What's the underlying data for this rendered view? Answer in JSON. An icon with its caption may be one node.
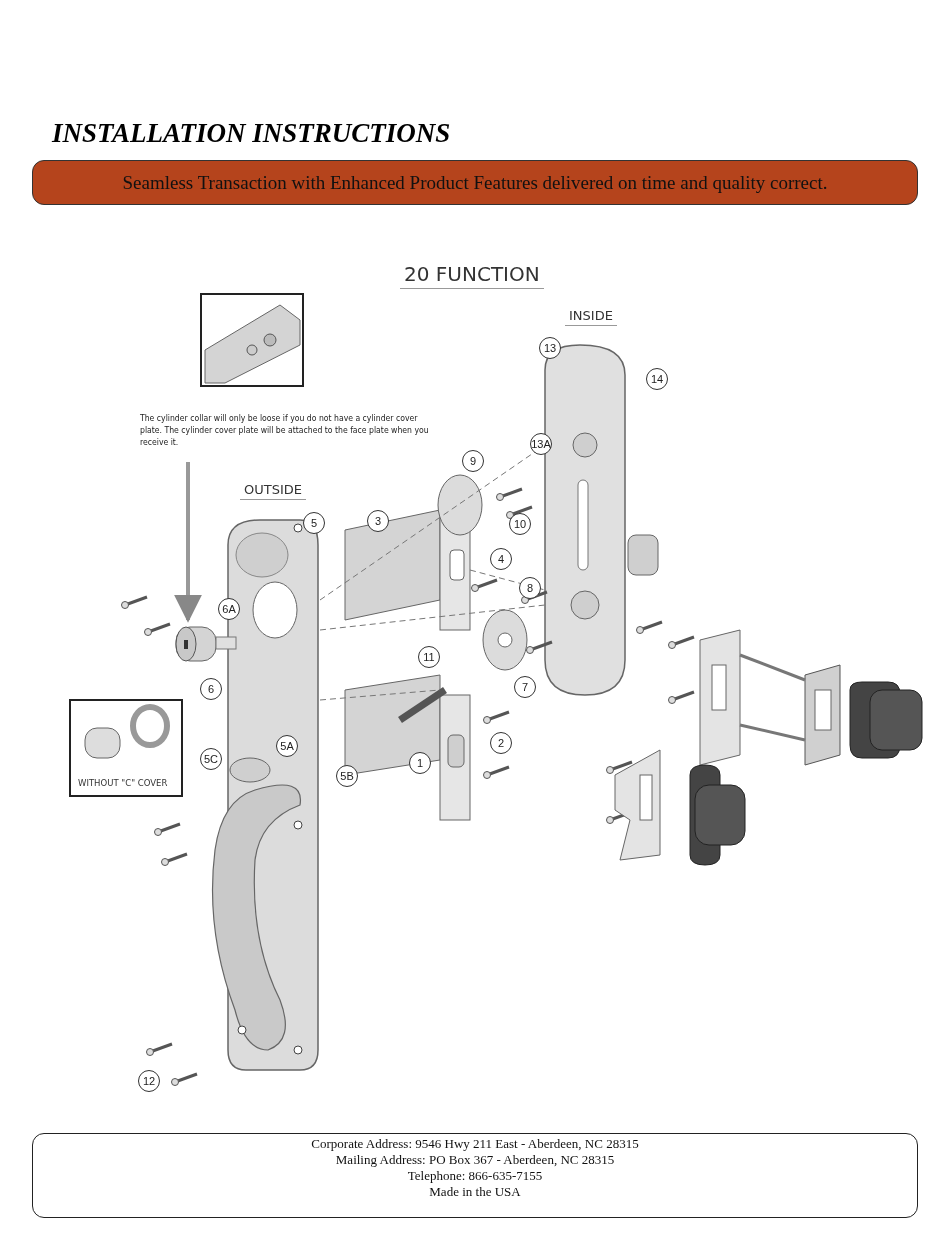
{
  "diagram": {
    "title": "INSTALLATION INSTRUCTIONS",
    "nodes": [
      {
        "text": [
          "The cylinder collar will only be loose if you do not have a cylinder cover plate. The cylinder cover plate will be attached to the face plate when you receive it."
        ]
      },
      {
        "text": [],
        "shape": "picture"
      }
    ],
    "edges": [
      {
        "from": 0,
        "to": 1,
        "arrow": "to"
      }
    ],
    "labels": [
      "Seamless Transaction with Enhanced Product Features delivered on time and quality correct.",
      "20 FUNCTION",
      "INSIDE",
      "13",
      "14",
      "13A",
      "9",
      "OUTSIDE",
      "5",
      "3",
      "10",
      "4",
      "8",
      "6A",
      "11",
      "6",
      "7",
      "5A",
      "WITHOUT \"C\" COVER",
      "2",
      "5C",
      "5B",
      "1",
      "12",
      "Corporate Address: 9546 Hwy 211 East - Aberdeen, NC 28315",
      "Mailing Address: PO Box 367 - Aberdeen, NC 28315",
      "Telephone: 866-635-7155",
      "Made in the USA"
    ]
  }
}
